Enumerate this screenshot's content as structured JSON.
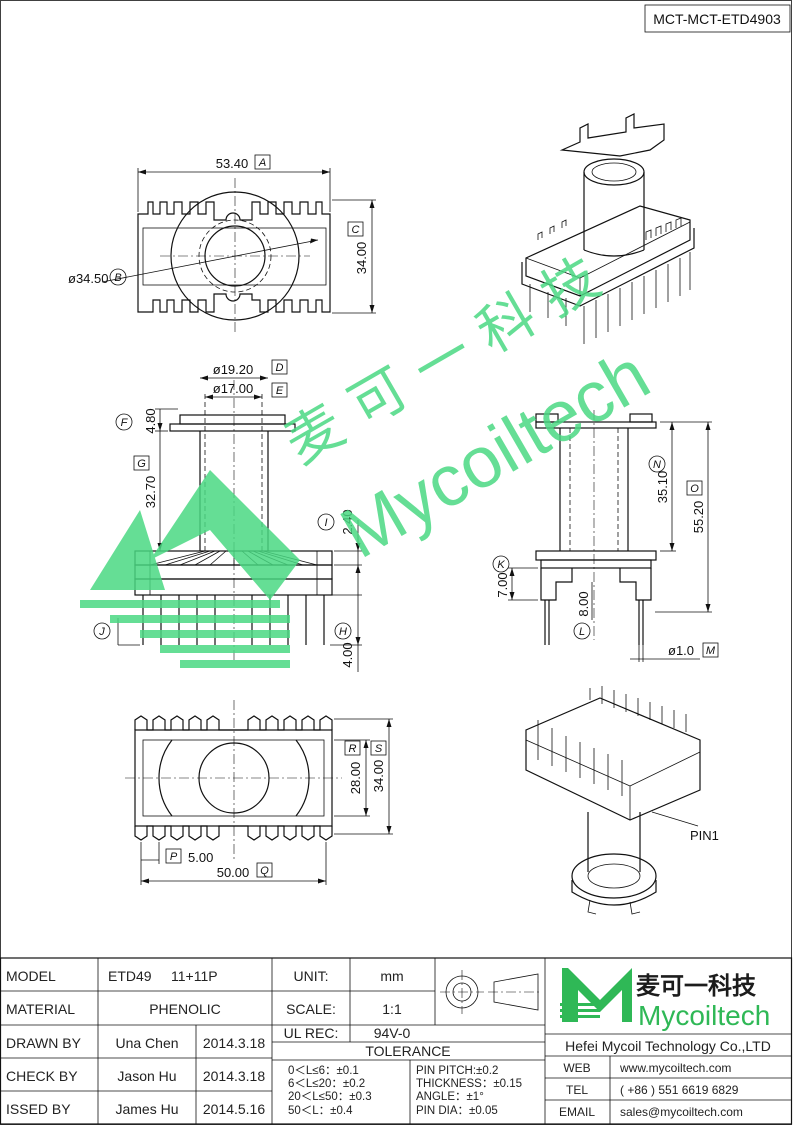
{
  "doc_code": "MCT-MCT-ETD4903",
  "watermark": {
    "cn": "麦 可 一 科 技",
    "en": "Mycoiltech",
    "color": "#3fd37a"
  },
  "brand": {
    "cn": "麦可一科技",
    "en": "Mycoiltech",
    "color": "#2fb856"
  },
  "dims": {
    "top_width": "53.40",
    "top_width_tag": "A",
    "top_dia": "ø34.50",
    "top_dia_tag": "B",
    "top_height": "34.00",
    "top_height_tag": "C",
    "flange_dia": "ø19.20",
    "flange_dia_tag": "D",
    "core_dia": "ø17.00",
    "core_dia_tag": "E",
    "flange_thk": "4.80",
    "flange_thk_tag": "F",
    "winding_h": "32.70",
    "winding_h_tag": "G",
    "pin_len": "4.00",
    "pin_len_tag": "H",
    "base_gap": "2.40",
    "base_gap_tag": "I",
    "pin_tag": "J",
    "base_h": "7.00",
    "base_h_tag": "K",
    "pin_step": "8.00",
    "pin_step_tag": "L",
    "pin_dia": "ø1.0",
    "pin_dia_tag": "M",
    "side_h1": "35.10",
    "side_h1_tag": "N",
    "side_total": "55.20",
    "side_total_tag": "O",
    "pitch": "5.00",
    "pitch_tag": "P",
    "bottom_width": "50.00",
    "bottom_width_tag": "Q",
    "inner_h": "28.00",
    "inner_h_tag": "R",
    "outer_h": "34.00",
    "outer_h_tag": "S",
    "pin1": "PIN1"
  },
  "title_block": {
    "labels": [
      "MODEL",
      "MATERIAL",
      "DRAWN BY",
      "CHECK BY",
      "ISSED BY"
    ],
    "model": "ETD49     11+11P",
    "material": "PHENOLIC",
    "drawn_by": "Una Chen",
    "drawn_date": "2014.3.18",
    "check_by": "Jason Hu",
    "check_date": "2014.3.18",
    "issued_by": "James Hu",
    "issued_date": "2014.5.16",
    "unit_label": "UNIT:",
    "unit": "mm",
    "scale_label": "SCALE:",
    "scale": "1:1",
    "ul_label": "UL REC:",
    "ul": "94V-0",
    "tolerance_label": "TOLERANCE",
    "tol_left": [
      "0＜L≤6：±0.1",
      "6＜L≤20：±0.2",
      "20＜L≤50：±0.3",
      "50＜L：±0.4"
    ],
    "tol_right": [
      "PIN PITCH:±0.2",
      "THICKNESS：±0.15",
      "ANGLE：±1°",
      "PIN DIA：±0.05"
    ],
    "company": "Hefei Mycoil Technology Co.,LTD",
    "contact_labels": [
      "WEB",
      "TEL",
      "EMAIL"
    ],
    "web": "www.mycoiltech.com",
    "tel": "( +86 ) 551 6619 6829",
    "email": "sales@mycoiltech.com"
  }
}
